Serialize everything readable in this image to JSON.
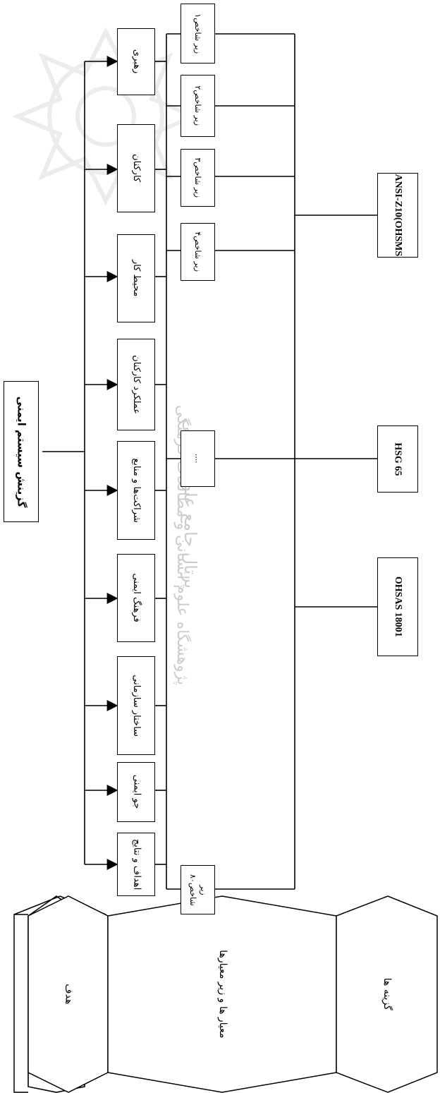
{
  "goal": "گزینش سیستم ایمنی",
  "criteria": [
    "رهبری",
    "کارکنان",
    "محیط کار",
    "عملکرد کارکنان",
    "شراکت‌ها و منابع",
    "فرهنگ ایمنی",
    "ساختار سازمانی",
    "جو ایمنی",
    "اهداف و نتایج"
  ],
  "sub_criteria": [
    "زیر شاخص۱",
    "زیر شاخص۲",
    "زیر شاخص۳",
    "زیر شاخص۴",
    "....",
    "زیر شاخص۸۰"
  ],
  "alternatives": [
    "ANSI-Z10(OHSMS",
    "HSG 65",
    "OHSAS 18001"
  ],
  "level_labels": {
    "goal": "هدف",
    "criteria": "معیار ها و زیر معیارها",
    "alternatives": "گزینه ها"
  },
  "watermark": {
    "line1": "پرتال جامع علوم انسانی",
    "line2": "پژوهشگاه علوم انسانی و مطالعات فرهنگی"
  },
  "colors": {
    "lines": "#000000",
    "watermark": "#bbbbbb"
  }
}
